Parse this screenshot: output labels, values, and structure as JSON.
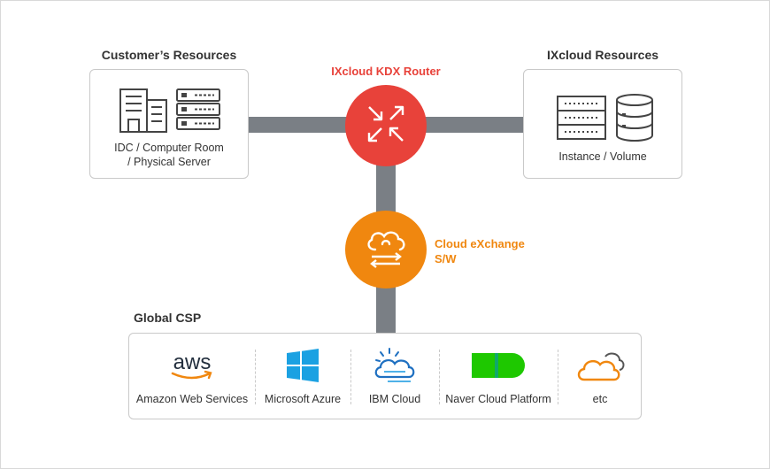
{
  "titles": {
    "customer": "Customer’s Resources",
    "ixcloud": "IXcloud Resources",
    "router": "IXcloud KDX Router",
    "global_csp": "Global CSP"
  },
  "customer_box": {
    "line1": "IDC / Computer Room",
    "line2": "/ Physical Server"
  },
  "ixcloud_box": {
    "label": "Instance / Volume"
  },
  "cloud_exchange": {
    "line1": "Cloud eXchange",
    "line2": "S/W"
  },
  "csp": {
    "items": [
      {
        "label": "Amazon Web Services",
        "logo_text": "aws"
      },
      {
        "label": "Microsoft Azure"
      },
      {
        "label": "IBM Cloud"
      },
      {
        "label": "Naver Cloud Platform"
      },
      {
        "label": "etc"
      }
    ]
  },
  "colors": {
    "router": "#e8423a",
    "cloud_exchange": "#f0870f",
    "connector": "#7a7f85",
    "azure": "#1ba1e2",
    "naver": "#1ec800",
    "ibm": "#1f70c1",
    "etc": "#f0870f"
  }
}
